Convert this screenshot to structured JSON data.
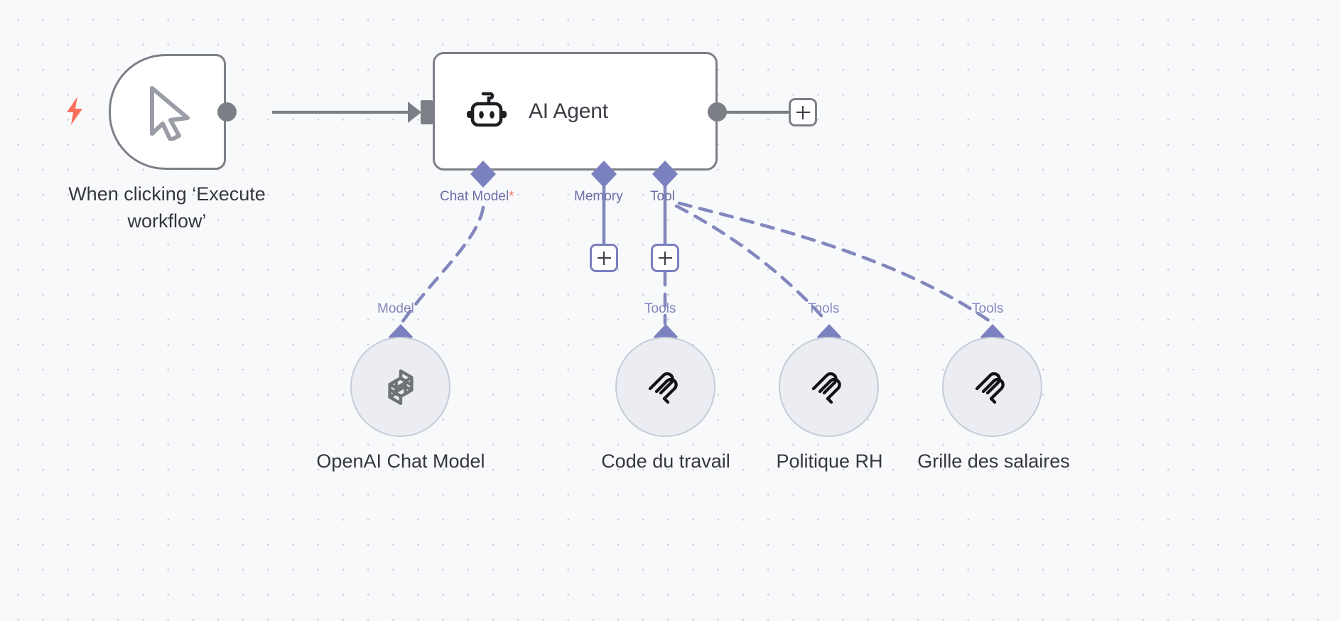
{
  "canvas": {
    "background_color": "#f8f9fb",
    "grid_dot_color": "#c9ccd6",
    "accent_purple": "#7b80bf",
    "accent_gray": "#7d7f87",
    "accent_red": "#f26d5b"
  },
  "nodes": {
    "trigger": {
      "caption": "When clicking ‘Execute workflow’",
      "icon": "cursor-icon",
      "badge_icon": "lightning-bolt-icon"
    },
    "agent": {
      "label": "AI Agent",
      "icon": "robot-icon",
      "ports": [
        {
          "name": "Chat Model",
          "required": true,
          "required_marker": "*"
        },
        {
          "name": "Memory",
          "required": false,
          "required_marker": ""
        },
        {
          "name": "Tool",
          "required": false,
          "required_marker": ""
        }
      ]
    },
    "sub_nodes": [
      {
        "caption": "OpenAI Chat Model",
        "icon": "openai-icon",
        "connection_label": "Model"
      },
      {
        "caption": "Code du travail",
        "icon": "squarespace-tool-icon",
        "connection_label": "Tools"
      },
      {
        "caption": "Politique RH",
        "icon": "squarespace-tool-icon",
        "connection_label": "Tools"
      },
      {
        "caption": "Grille des salaires",
        "icon": "squarespace-tool-icon",
        "connection_label": "Tools"
      }
    ]
  },
  "buttons": {
    "add_main_output": "+",
    "add_memory": "+",
    "add_tool": "+"
  }
}
